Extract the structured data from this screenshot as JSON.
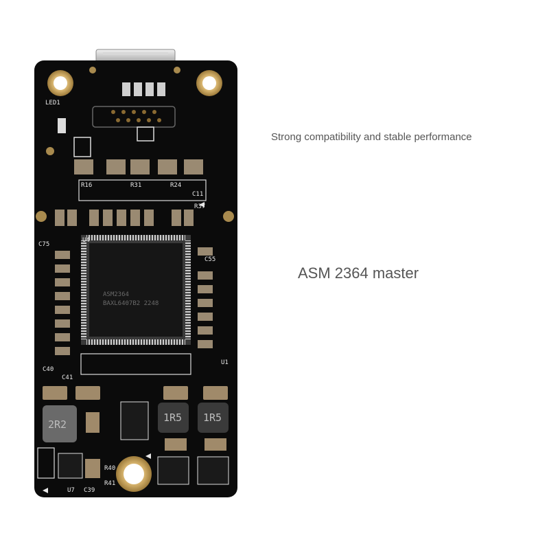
{
  "captions": {
    "feature": "Strong compatibility and stable performance",
    "model": "ASM 2364 master"
  },
  "chip": {
    "line1": "ASM2364",
    "line2": "BAXL6407B2 2248"
  },
  "inductors": {
    "left": "2R2",
    "mid": "1R5",
    "right": "1R5"
  },
  "silkscreen": {
    "led": "LED1",
    "u4": "U4",
    "u1": "U1",
    "u7": "U7",
    "r40": "R40",
    "r41": "R41",
    "c39": "C39",
    "c40": "C40",
    "c41": "C41",
    "r16": "R16",
    "r31": "R31",
    "r24": "R24",
    "c11": "C11",
    "c55": "C55",
    "c75": "C75",
    "r37": "R37"
  },
  "colors": {
    "background": "#ffffff",
    "board": "#0b0b0b",
    "gold": "#c9a15a",
    "silkscreen": "#e8e8e8",
    "caption": "#555555"
  }
}
